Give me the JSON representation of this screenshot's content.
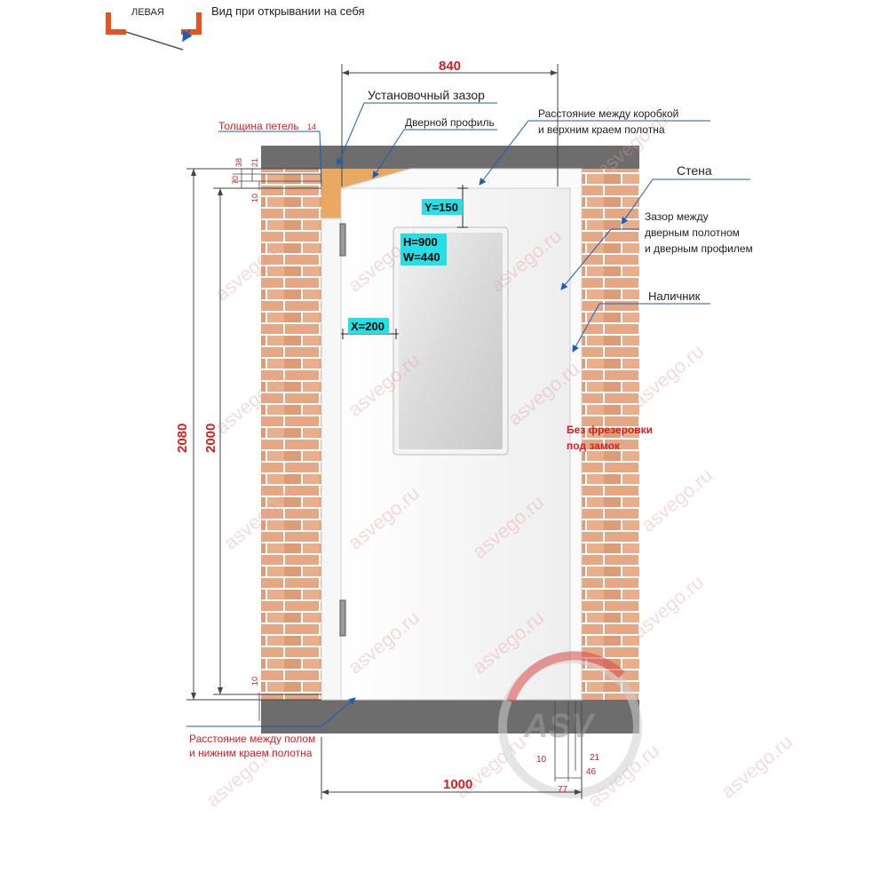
{
  "header": {
    "side_label": "ЛЕВАЯ",
    "view_label": "Вид при открывании на себя"
  },
  "labels": {
    "installation_gap": "Установочный зазор",
    "hinge_thickness": "Толщина петель",
    "hinge_thickness_value": "14",
    "door_profile": "Дверной профиль",
    "frame_top_gap_line1": "Расстояние между коробкой",
    "frame_top_gap_line2": "и верхним краем полотна",
    "wall": "Стена",
    "leaf_gap_line1": "Зазор между",
    "leaf_gap_line2": "дверным полотном",
    "leaf_gap_line3": "и дверным профилем",
    "casing": "Наличник",
    "no_lock_line1": "Без фрезеровки",
    "no_lock_line2": "под замок",
    "floor_gap_line1": "Расстояние между полом",
    "floor_gap_line2": "и нижним краем полотна"
  },
  "window": {
    "y_offset": "Y=150",
    "height": "H=900",
    "width": "W=440",
    "x_offset": "X=200"
  },
  "dimensions": {
    "width_leaf": "840",
    "width_total": "1000",
    "height_total": "2080",
    "height_leaf": "2000",
    "top_38": "38",
    "top_21": "21",
    "top_70": "70",
    "top_10": "10",
    "bottom_10": "10",
    "profile_10": "10",
    "profile_21": "21",
    "profile_46": "46",
    "profile_77": "77"
  },
  "watermark": {
    "text": "asvego.ru",
    "logo_text": "ASV"
  },
  "colors": {
    "brick": "#e6a884",
    "mortar": "#ffffff",
    "wall_top": "#6d6d6d",
    "door": "#f5f5f5",
    "glass": "#d9d9d9",
    "label_cyan": "#22e0e6",
    "dimension_red": "#d42020",
    "pointer_blue": "#1a5fb4",
    "accent_orange": "#e8501e",
    "wood": "#e9a962"
  }
}
